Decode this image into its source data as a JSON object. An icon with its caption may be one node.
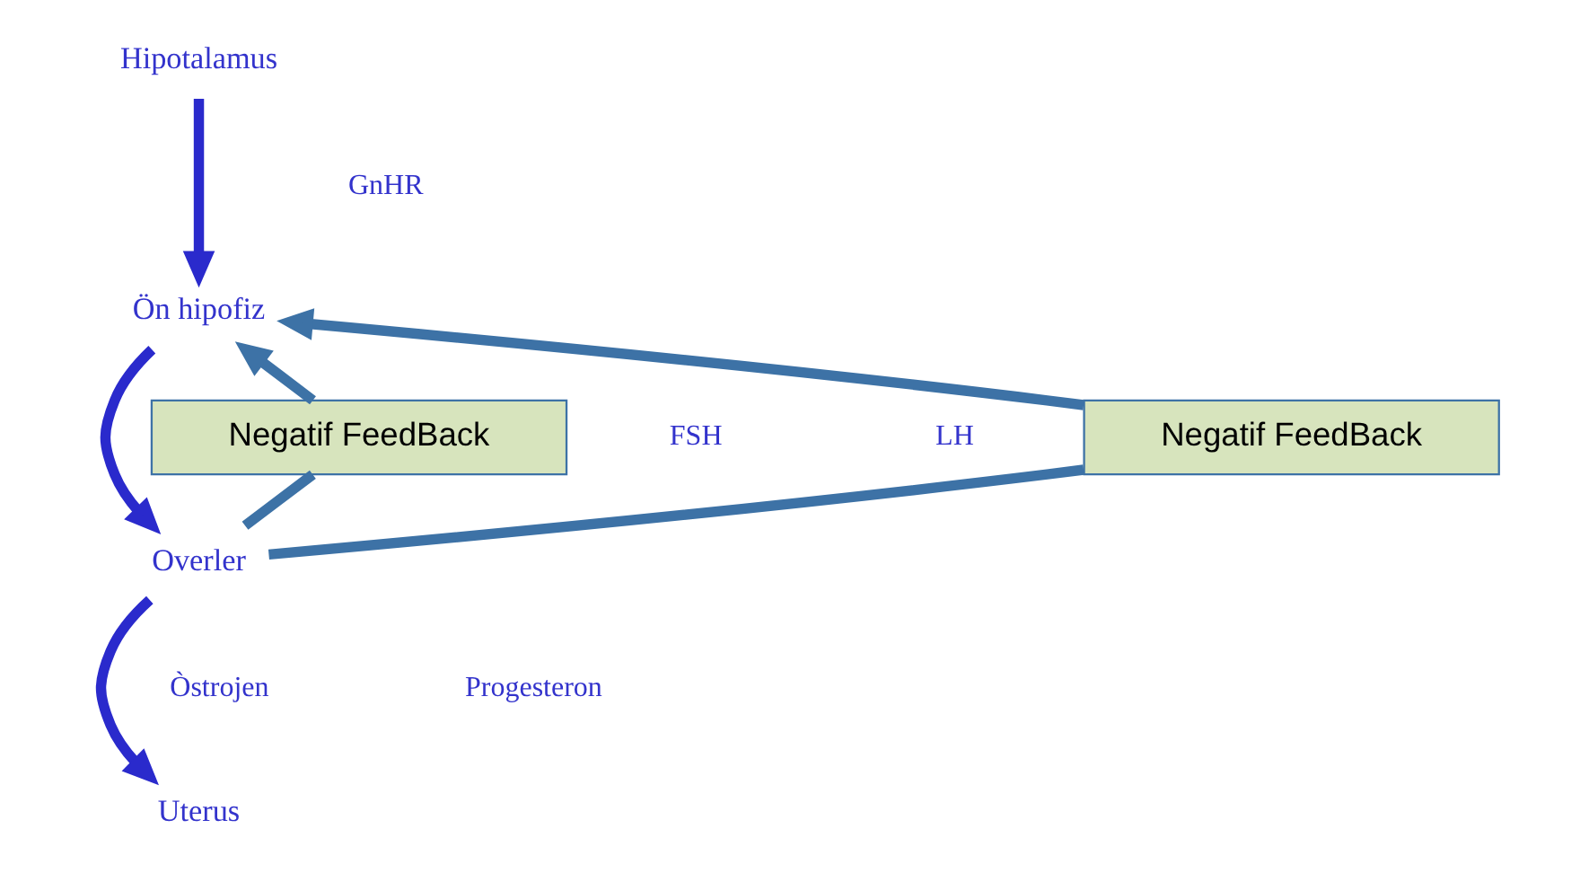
{
  "diagram": {
    "nodes": [
      {
        "text": [
          "Hipotalamus"
        ]
      },
      {
        "text": [
          "Ön hipofiz"
        ]
      },
      {
        "text": [
          "Overler"
        ]
      },
      {
        "text": [
          "Uterus"
        ]
      },
      {
        "text": [
          "Negatif FeedBack"
        ]
      },
      {
        "text": [
          "Negatif FeedBack"
        ]
      }
    ],
    "edges": [
      {
        "from": 0,
        "to": 1,
        "arrow": "to",
        "color": "#2a2acc"
      },
      {
        "from": 1,
        "to": 2,
        "arrow": "to",
        "color": "#2a2acc"
      },
      {
        "from": 2,
        "to": 3,
        "arrow": "to",
        "color": "#2a2acc"
      },
      {
        "from": 2,
        "to": 4,
        "arrow": "none"
      },
      {
        "from": 4,
        "to": 1,
        "arrow": "to"
      },
      {
        "from": 2,
        "to": 5,
        "arrow": "none"
      },
      {
        "from": 5,
        "to": 1,
        "arrow": "to"
      }
    ],
    "labels": [
      "GnHR",
      "FSH",
      "LH",
      "Òstrojen",
      "Progesteron"
    ]
  }
}
